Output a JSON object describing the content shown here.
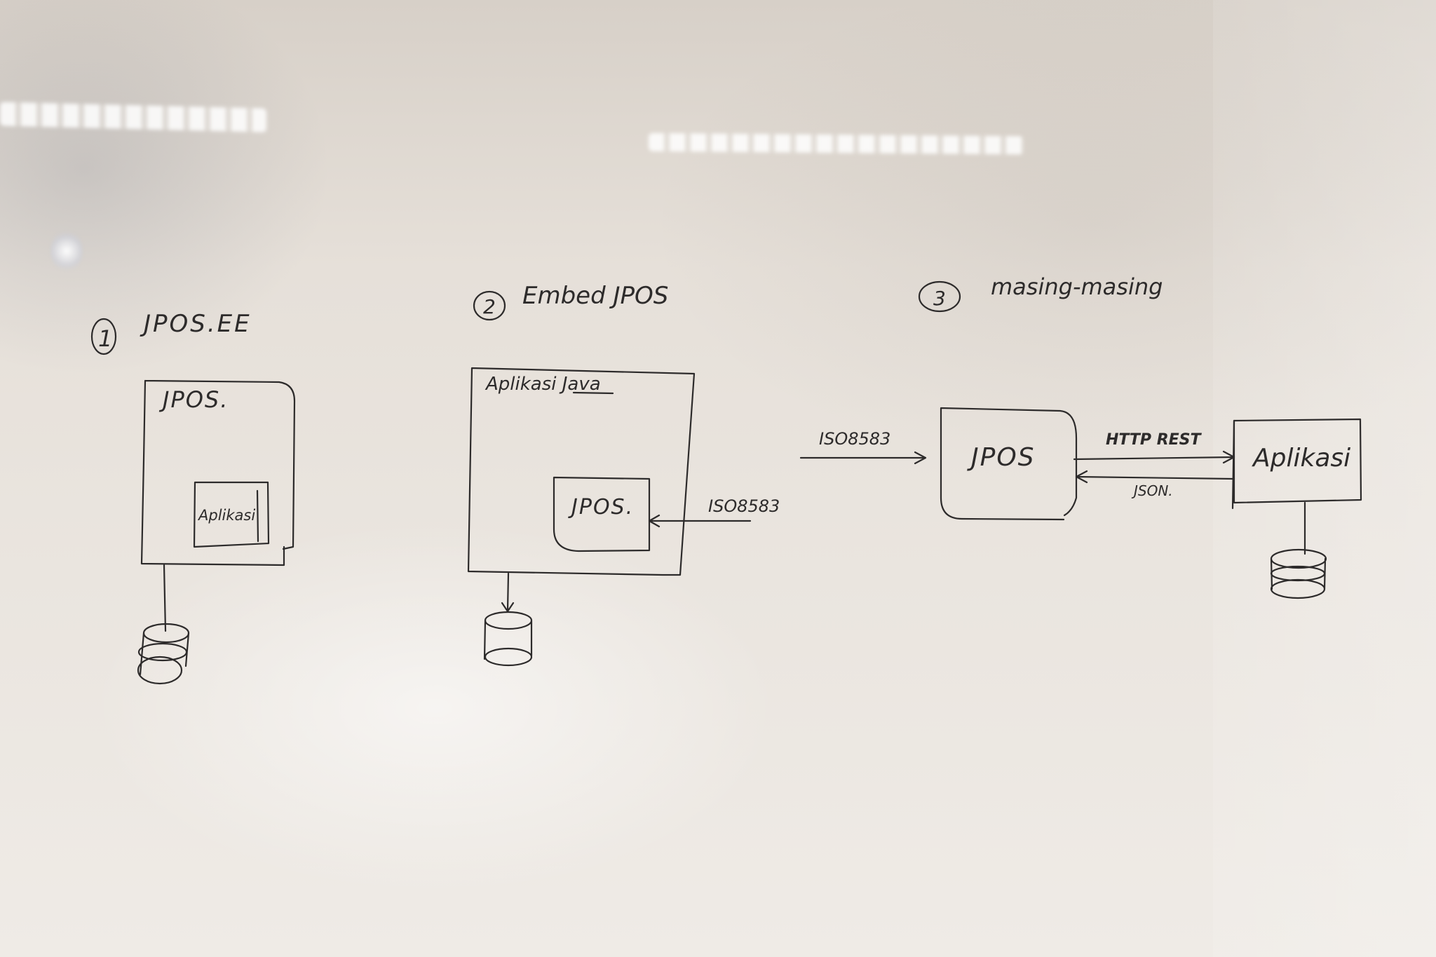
{
  "section1": {
    "number": "1",
    "title": "JPOS.EE",
    "outer_box_label": "JPOS.",
    "inner_box_label": "Aplikasi"
  },
  "section2": {
    "number": "2",
    "title": "Embed JPOS",
    "outer_box_label": "Aplikasi Java",
    "inner_box_label": "JPOS.",
    "input_label": "ISO8583"
  },
  "section3": {
    "number": "3",
    "title": "masing-masing",
    "input_label": "ISO8583",
    "left_box_label": "JPOS",
    "right_box_label": "Aplikasi",
    "request_label": "HTTP REST",
    "response_label": "JSON."
  }
}
